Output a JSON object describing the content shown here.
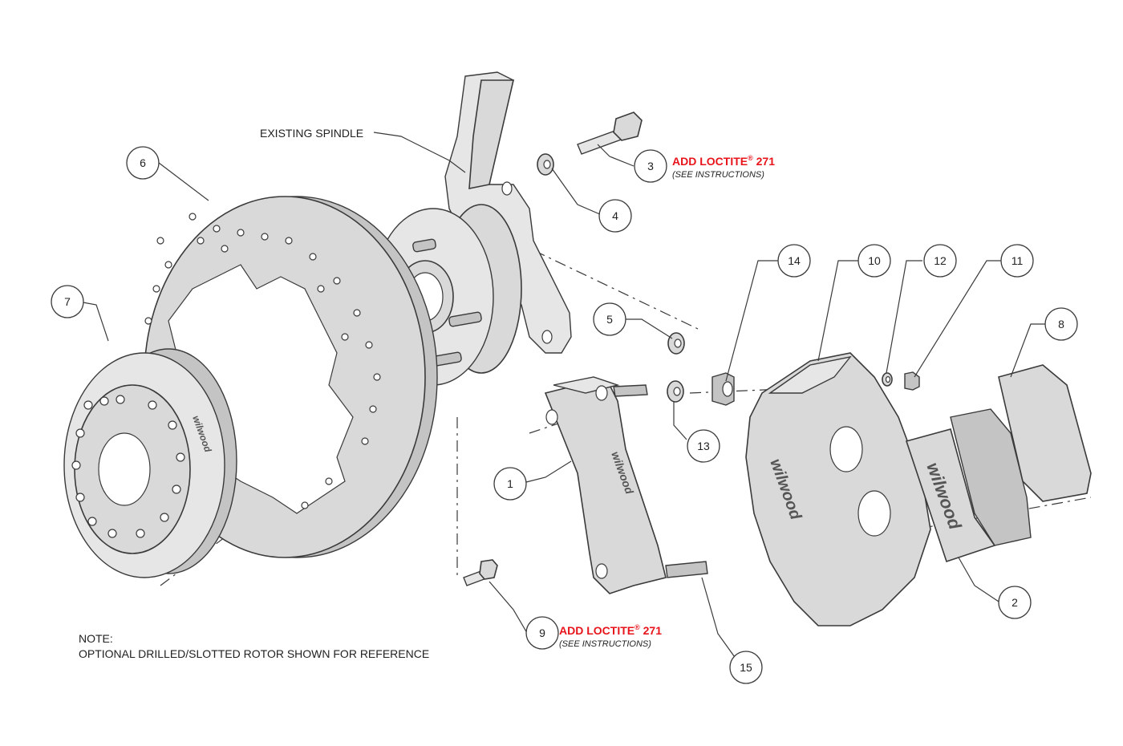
{
  "labels": {
    "existing_spindle": "EXISTING SPINDLE",
    "loctite_3_prefix": "ADD LOCTITE",
    "loctite_3_reg": "®",
    "loctite_3_num": " 271",
    "see_instructions_3": "(SEE INSTRUCTIONS)",
    "loctite_9_prefix": "ADD LOCTITE",
    "loctite_9_reg": "®",
    "loctite_9_num": " 271",
    "see_instructions_9": "(SEE INSTRUCTIONS)",
    "note_title": "NOTE:",
    "note_body": "OPTIONAL DRILLED/SLOTTED ROTOR SHOWN FOR REFERENCE"
  },
  "callouts": {
    "c1": "1",
    "c2": "2",
    "c3": "3",
    "c4": "4",
    "c5": "5",
    "c6": "6",
    "c7": "7",
    "c8": "8",
    "c9": "9",
    "c10": "10",
    "c11": "11",
    "c12": "12",
    "c13": "13",
    "c14": "14",
    "c15": "15"
  },
  "brand": {
    "bracket": "wilwood",
    "caliper": "wilwood",
    "pad": "wilwood",
    "hat": "wilwood"
  },
  "colors": {
    "loctite_red": "#e8141b",
    "part_gray": "#d9d9d9",
    "outline": "#3a3a3a"
  }
}
